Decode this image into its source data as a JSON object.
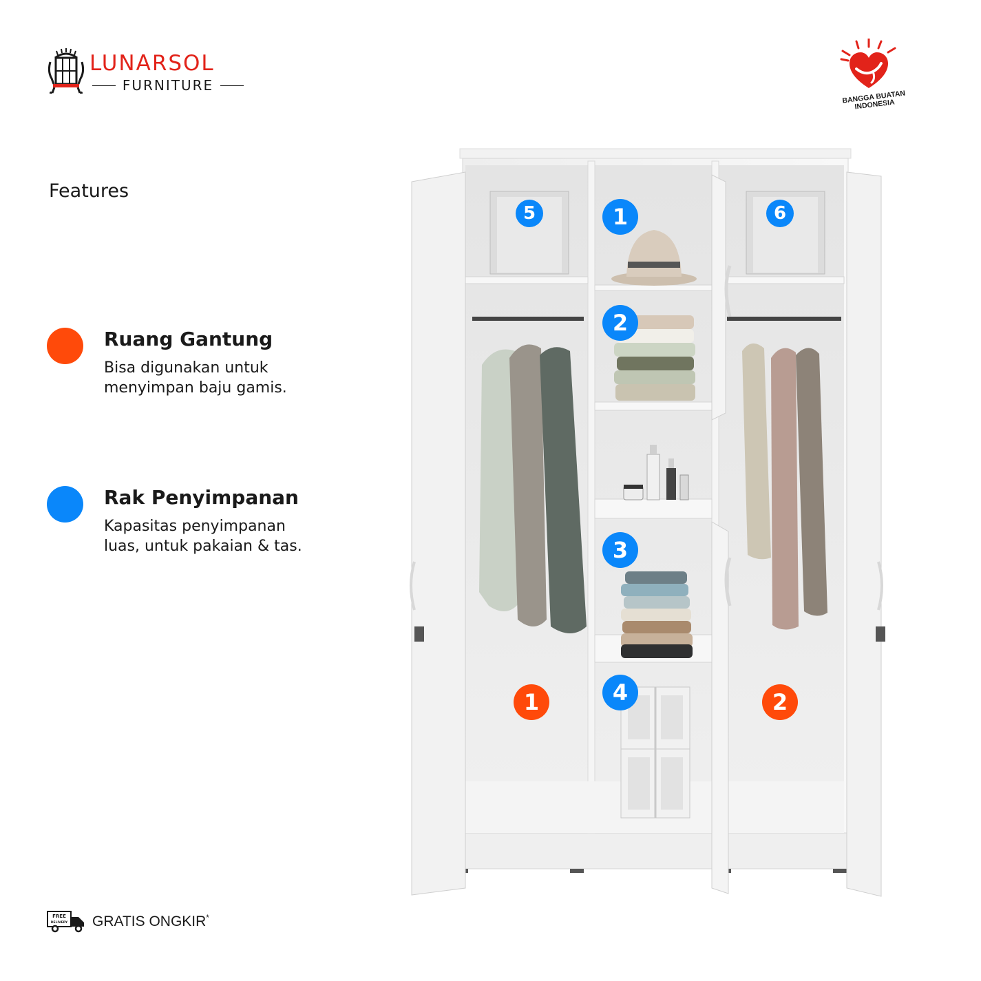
{
  "brand": {
    "name": "LUNARSOL",
    "subtitle": "FURNITURE",
    "brand_color": "#e2231a"
  },
  "badge": {
    "text_line1": "BANGGA BUATAN",
    "text_line2": "INDONESIA",
    "icon": "heart-hand-icon",
    "color": "#e2231a"
  },
  "features": {
    "title": "Features",
    "items": [
      {
        "title": "Ruang Gantung",
        "desc_line1": "Bisa digunakan untuk",
        "desc_line2": "menyimpan baju gamis.",
        "color": "#ff4a0a"
      },
      {
        "title": "Rak Penyimpanan",
        "desc_line1": "Kapasitas penyimpanan",
        "desc_line2": "luas, untuk pakaian & tas.",
        "color": "#0a87fa"
      }
    ]
  },
  "wardrobe": {
    "markers_blue": [
      "1",
      "2",
      "3",
      "4",
      "5",
      "6"
    ],
    "markers_orange": [
      "1",
      "2"
    ]
  },
  "footer": {
    "icon": "free-delivery-truck-icon",
    "icon_text": "FREE DELIVERY",
    "label": "GRATIS ONGKIR",
    "asterisk": "*"
  }
}
